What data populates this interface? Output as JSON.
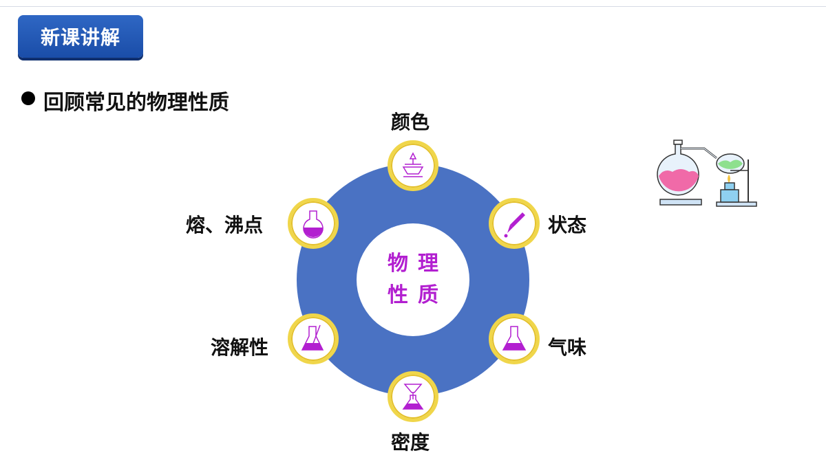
{
  "header": {
    "badge_label": "新课讲解"
  },
  "main": {
    "heading": "回顾常见的物理性质",
    "center": {
      "line1": "物理",
      "line2": "性质"
    },
    "properties": [
      {
        "label": "颜色",
        "icon": "alcohol-lamp-icon"
      },
      {
        "label": "状态",
        "icon": "dropper-icon"
      },
      {
        "label": "气味",
        "icon": "conical-flask-icon"
      },
      {
        "label": "密度",
        "icon": "funnel-flask-icon"
      },
      {
        "label": "溶解性",
        "icon": "flask-stir-icon"
      },
      {
        "label": "熔、沸点",
        "icon": "round-flask-icon"
      }
    ]
  },
  "decoration": {
    "icon": "chemistry-apparatus-icon"
  },
  "colors": {
    "badge": "#1f56b3",
    "ring": "#4a72c3",
    "accent": "#b21fd0",
    "node_border": "#f0d64a"
  }
}
